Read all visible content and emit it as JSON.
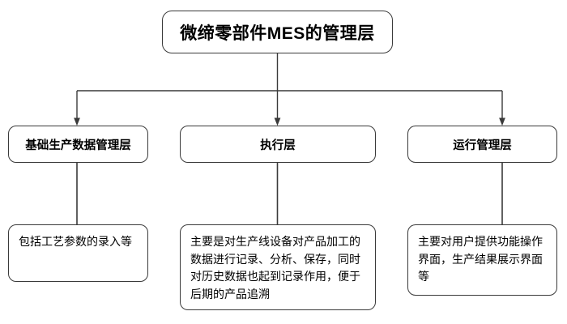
{
  "diagram": {
    "type": "hierarchy-flowchart",
    "title_node": {
      "label": "微缔零部件MES的管理层"
    },
    "layers": [
      {
        "label": "基础生产数据管理层"
      },
      {
        "label": "执行层"
      },
      {
        "label": "运行管理层"
      }
    ],
    "descriptions": [
      {
        "label": "包括工艺参数的录入等"
      },
      {
        "label": "主要是对生产线设备对产品加工的数据进行记录、分析、保存，同时对历史数据也起到记录作用，便于后期的产品追溯"
      },
      {
        "label": "主要对用户提供功能操作界面，生产结果展示界面等"
      }
    ],
    "style": {
      "line_color": "#3a3a3a",
      "box_fill": "#ffffff",
      "text_color": "#000000",
      "background": "#ffffff"
    }
  }
}
